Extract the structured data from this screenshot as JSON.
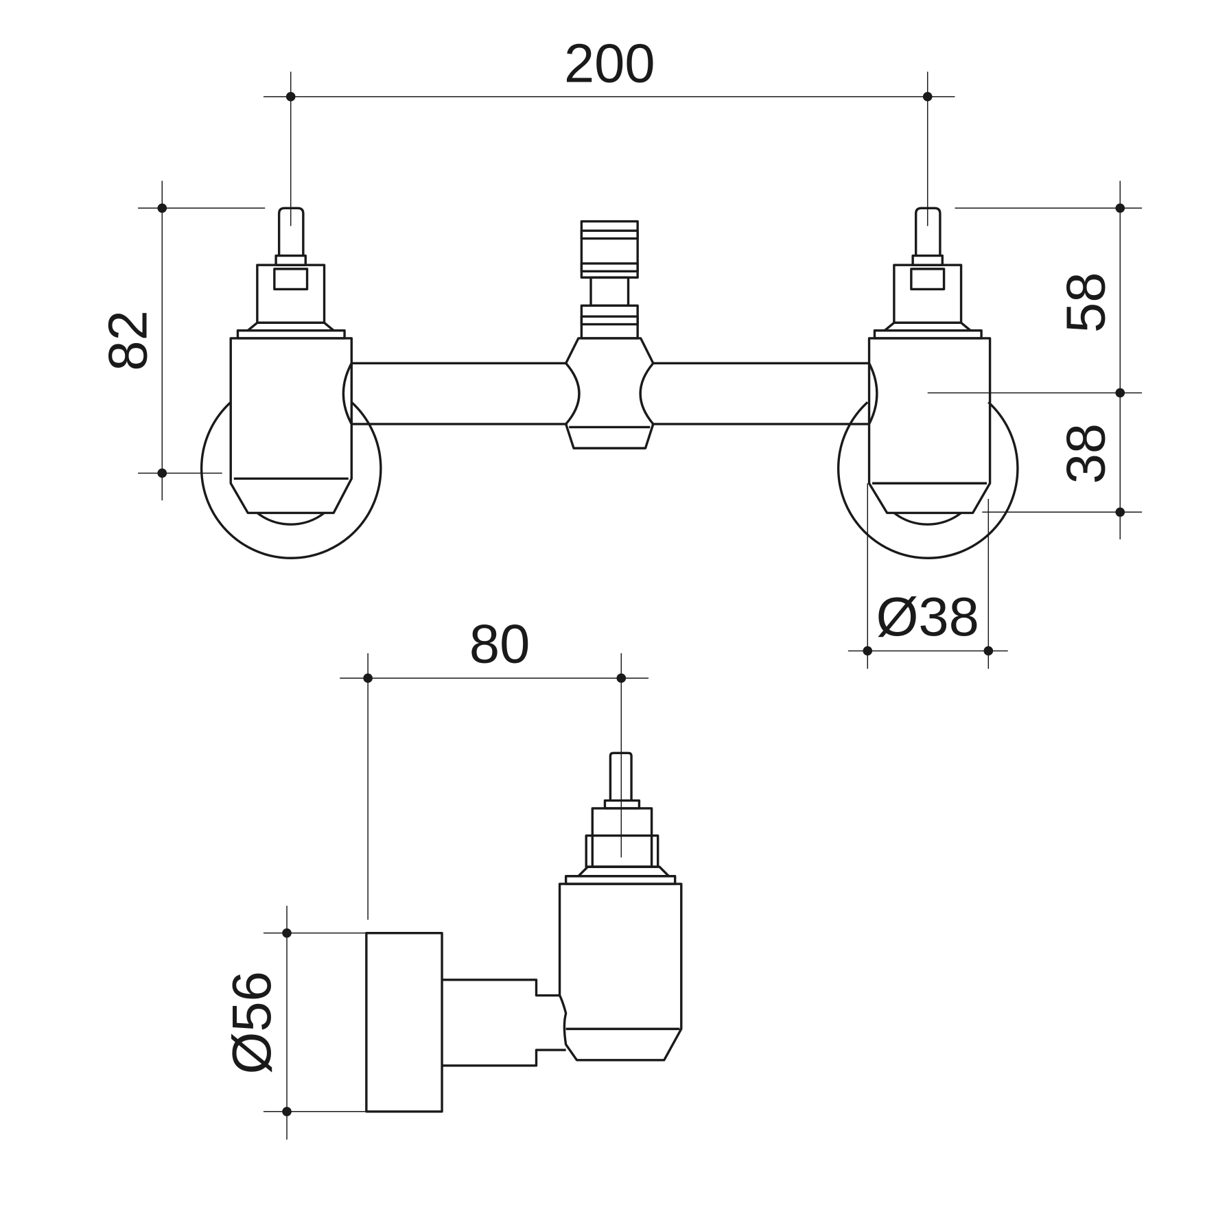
{
  "drawing": {
    "dimensions": {
      "spindle_centres": "200",
      "overall_height": "82",
      "upper_height": "58",
      "lower_height": "38",
      "body_diameter": "Ø38",
      "projection": "80",
      "flange_diameter": "Ø56"
    },
    "line_color": "#1a1a1a"
  }
}
